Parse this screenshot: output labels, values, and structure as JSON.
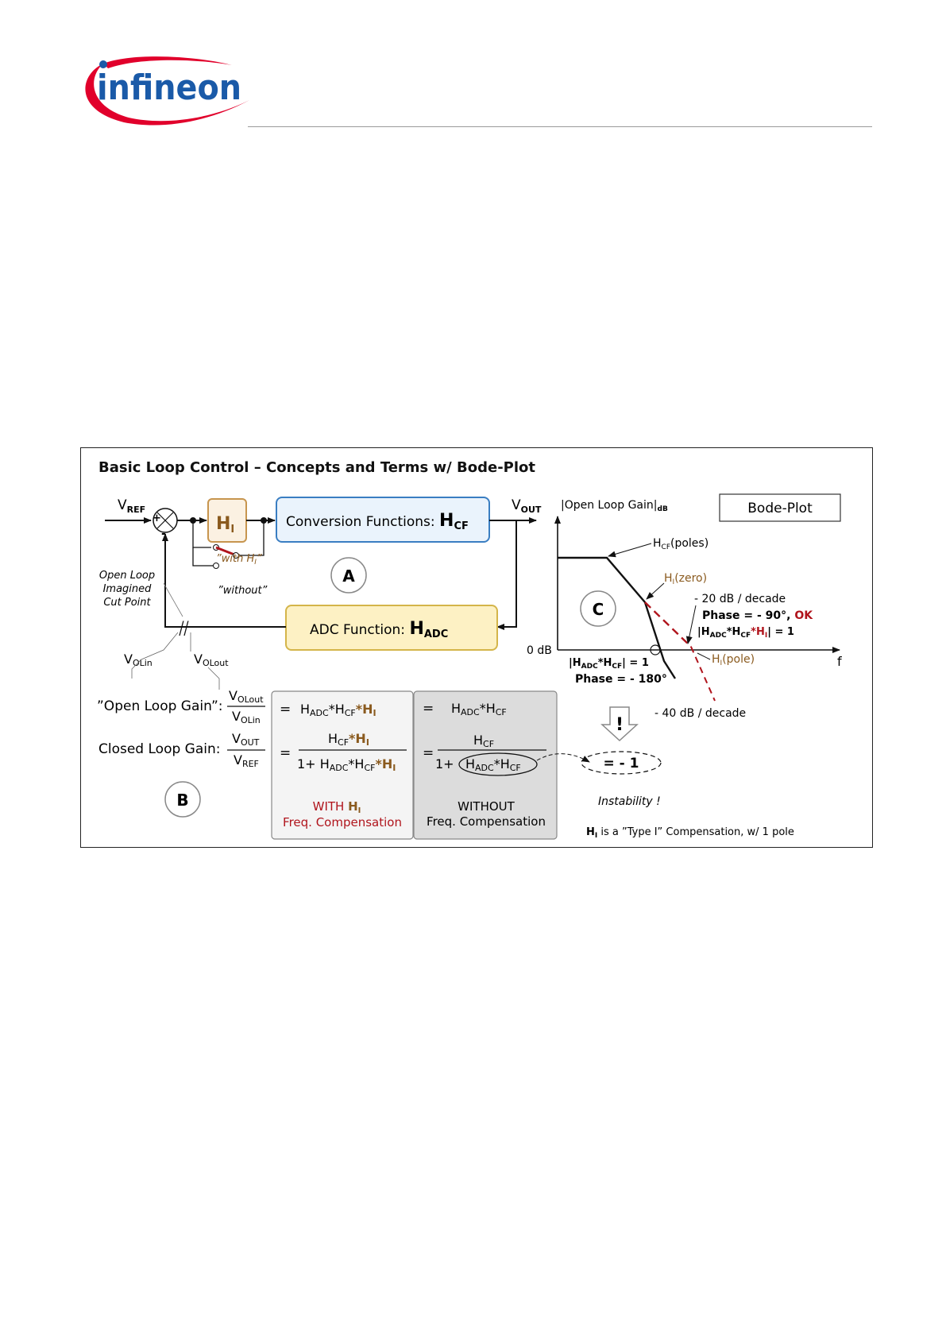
{
  "logo": {
    "wordmark": "infineon"
  },
  "figure": {
    "title": "Basic Loop Control – Concepts and Terms w/ Bode-Plot",
    "loop": {
      "vref": "V",
      "vref_sub": "REF",
      "vout": "V",
      "vout_sub": "OUT",
      "sum_plus": "+",
      "sum_minus": "-",
      "hi_block": "H",
      "hi_sub": "I",
      "conv_label": "Conversion Functions: ",
      "conv_h": "H",
      "conv_sub": "CF",
      "adc_label": "ADC Function: ",
      "adc_h": "H",
      "adc_sub": "ADC",
      "with_hi": "”with H",
      "with_hi_sub": "I",
      "with_hi_end": "”",
      "without": "”without”",
      "cut_point": [
        "Open Loop",
        "Imagined",
        "Cut Point"
      ],
      "volin": "V",
      "volin_sub": "OLin",
      "volout": "V",
      "volout_sub": "OLout",
      "circle_a": "A",
      "circle_b": "B"
    },
    "equations": {
      "open_loop_label": "”Open Loop Gain”:",
      "closed_loop_label": "Closed Loop Gain:",
      "eq": "=",
      "with_title": "WITH ",
      "with_title_h": "H",
      "with_title_sub": "I",
      "with_sub": "Freq. Compensation",
      "without_title": "WITHOUT",
      "without_sub": "Freq. Compensation",
      "plus": "1+",
      "h": "H",
      "adc": "ADC",
      "cf": "CF",
      "i": "I",
      "star": "*",
      "olout": "OLout",
      "olin": "OLin",
      "out": "OUT",
      "ref": "REF",
      "v": "V",
      "minus_one": "= - 1",
      "instability": "Instability !",
      "bang": "!",
      "footnote_h": "H",
      "footnote_sub": "I",
      "footnote": " is a ”Type I” Compensation, w/ 1 pole"
    },
    "bode": {
      "title": "Bode-Plot",
      "y_axis": "|Open Loop Gain|",
      "y_axis_sub": "dB",
      "x_axis": "f",
      "zero_db": "0 dB",
      "hcf_poles": "(poles)",
      "hi_zero": "(zero)",
      "hi_pole": "(pole)",
      "slope_20": "- 20 dB / decade",
      "phase_90": "Phase = - 90°, ",
      "ok": "OK",
      "slope_40": "- 40 dB / decade",
      "gain_eq_1": "| = 1",
      "phase_180": "Phase = - 180°",
      "circle_c": "C"
    },
    "colors": {
      "accent_red": "#b0141c",
      "accent_brown": "#8a5a1e",
      "conv_fill": "#eaf3fc",
      "conv_border": "#3a7ec2",
      "adc_fill": "#fdf1c4",
      "adc_border": "#d4b54a",
      "hi_fill": "#fbf1e2",
      "hi_border": "#c7954e",
      "logo_blue": "#1a5aa8",
      "logo_red": "#e1002b"
    }
  }
}
